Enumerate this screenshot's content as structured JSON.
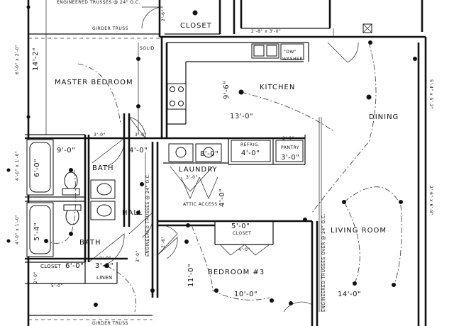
{
  "plan": {
    "rooms": {
      "master_bedroom": "MASTER BEDROOM",
      "closet_top": "CLOSET",
      "kitchen": "KITCHEN",
      "dining": "DINING",
      "bath_1": "BATH",
      "bath_2": "BATH",
      "hall": "HALL",
      "laundry": "LAUNDRY",
      "living_room": "LIVING ROOM",
      "bedroom_3": "BEDROOM #3",
      "closet_bed3": "CLOSET",
      "closet_bath": "CLOSET",
      "linen": "LINEN",
      "pantry": "PANTRY",
      "refrig": "REFRIG.",
      "dw": "\"DW\"",
      "washer": "WASHER"
    },
    "notes": {
      "top_truss": "ENGINEERED TRUSSES @ 24\" O.C.",
      "girder_top": "GIRDER TRUSS",
      "solid": "SOLID",
      "girder_bottom": "GIRDER TRUSS",
      "trusses_left": "ENGINEERED TRUSSES @ 24\" O.C.",
      "trusses_right": "ENGINEERED TRUSSES OVER @ 24\" O.C.",
      "access": "ATTIC ACCESS"
    },
    "dims": {
      "master_height": "14'-2\"",
      "left_ext": "6'-0\" x 2'-0\"",
      "kitchen_height": "9'-6\"",
      "kitchen_width": "13'-0\"",
      "window_sink": "2'-8\" x 3'-0\"",
      "d_300_a": "3'-0\"",
      "d_300_b": "3'-0\"",
      "d_400": "4'-0\"",
      "d_90": "9'-0\"",
      "d_80": "8'-0\"",
      "d_fridge_400": "4'-0\"",
      "d_pantry_300": "3'-0\"",
      "d_200": "2'-0\"",
      "d_60_tub": "6'-0\"",
      "d_54_tub": "5'-4\"",
      "d_30_laundry": "3'-0\"",
      "d_400_hall": "4'-0\"",
      "d_50_closet": "5'-0\"",
      "d_40_closet": "4'-0\"",
      "d_600_closet": "6'-0\"",
      "d_300_linen": "3'-0\"",
      "d_20_linen": "2'-0\"",
      "d_110": "11'-0\"",
      "d_100": "10'-0\"",
      "d_140": "14'-0\"",
      "d_50_bottom": "5'-0\"",
      "d_26_a": "2'-6\"",
      "d_26_b": "2'-6\"",
      "d_30_hall": "3'-0\"",
      "d_20_bath": "2'-0\"",
      "left_a": "4'-0\" x 1'-0\"",
      "left_b": "4'-0\" x 1'-0\"",
      "right_a": "5'-4\" x 5'-2\"",
      "right_b": "2'-6\" x 6'-8\""
    }
  }
}
